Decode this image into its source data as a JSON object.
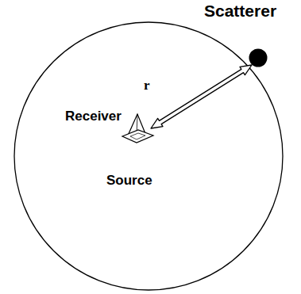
{
  "diagram": {
    "nodes": [
      {
        "text": [
          "Scatterer"
        ]
      }
    ],
    "labels": [
      "r",
      "Receiver",
      "Source"
    ]
  }
}
